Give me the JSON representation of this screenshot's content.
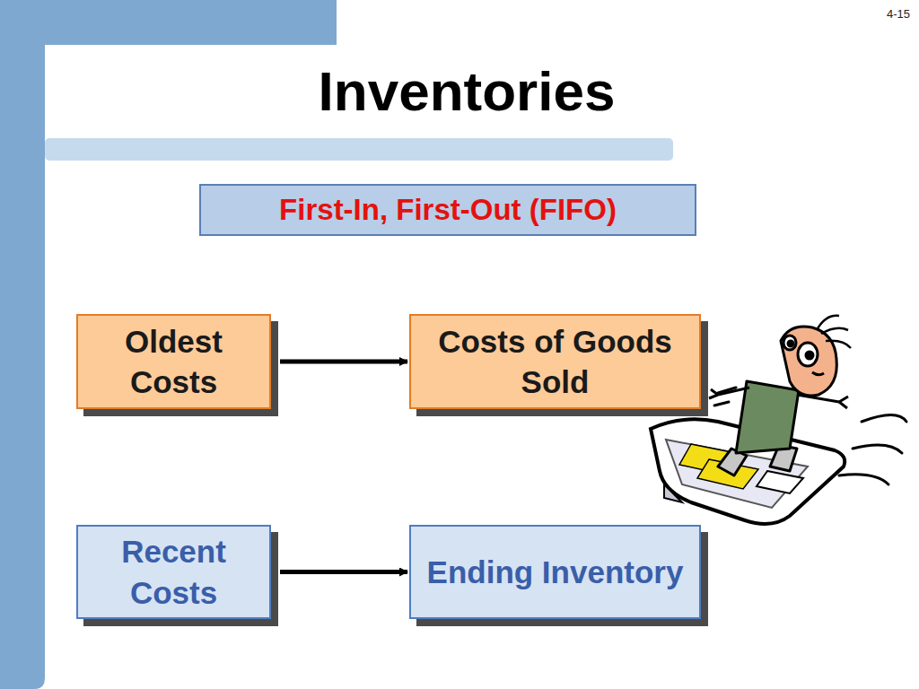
{
  "diagram": {
    "title": "Inventories",
    "nodes": [
      {
        "text": [
          "First-In, First-Out (FIFO)"
        ]
      },
      {
        "text": [
          "Oldest Costs"
        ]
      },
      {
        "text": [
          "Costs of Goods Sold"
        ]
      },
      {
        "text": [
          "Recent Costs"
        ]
      },
      {
        "text": [
          "Ending Inventory"
        ]
      }
    ],
    "edges": [
      {
        "from": 1,
        "to": 2,
        "arrow": "to"
      },
      {
        "from": 3,
        "to": 4,
        "arrow": "to"
      }
    ],
    "labels": [
      "4-15"
    ]
  }
}
